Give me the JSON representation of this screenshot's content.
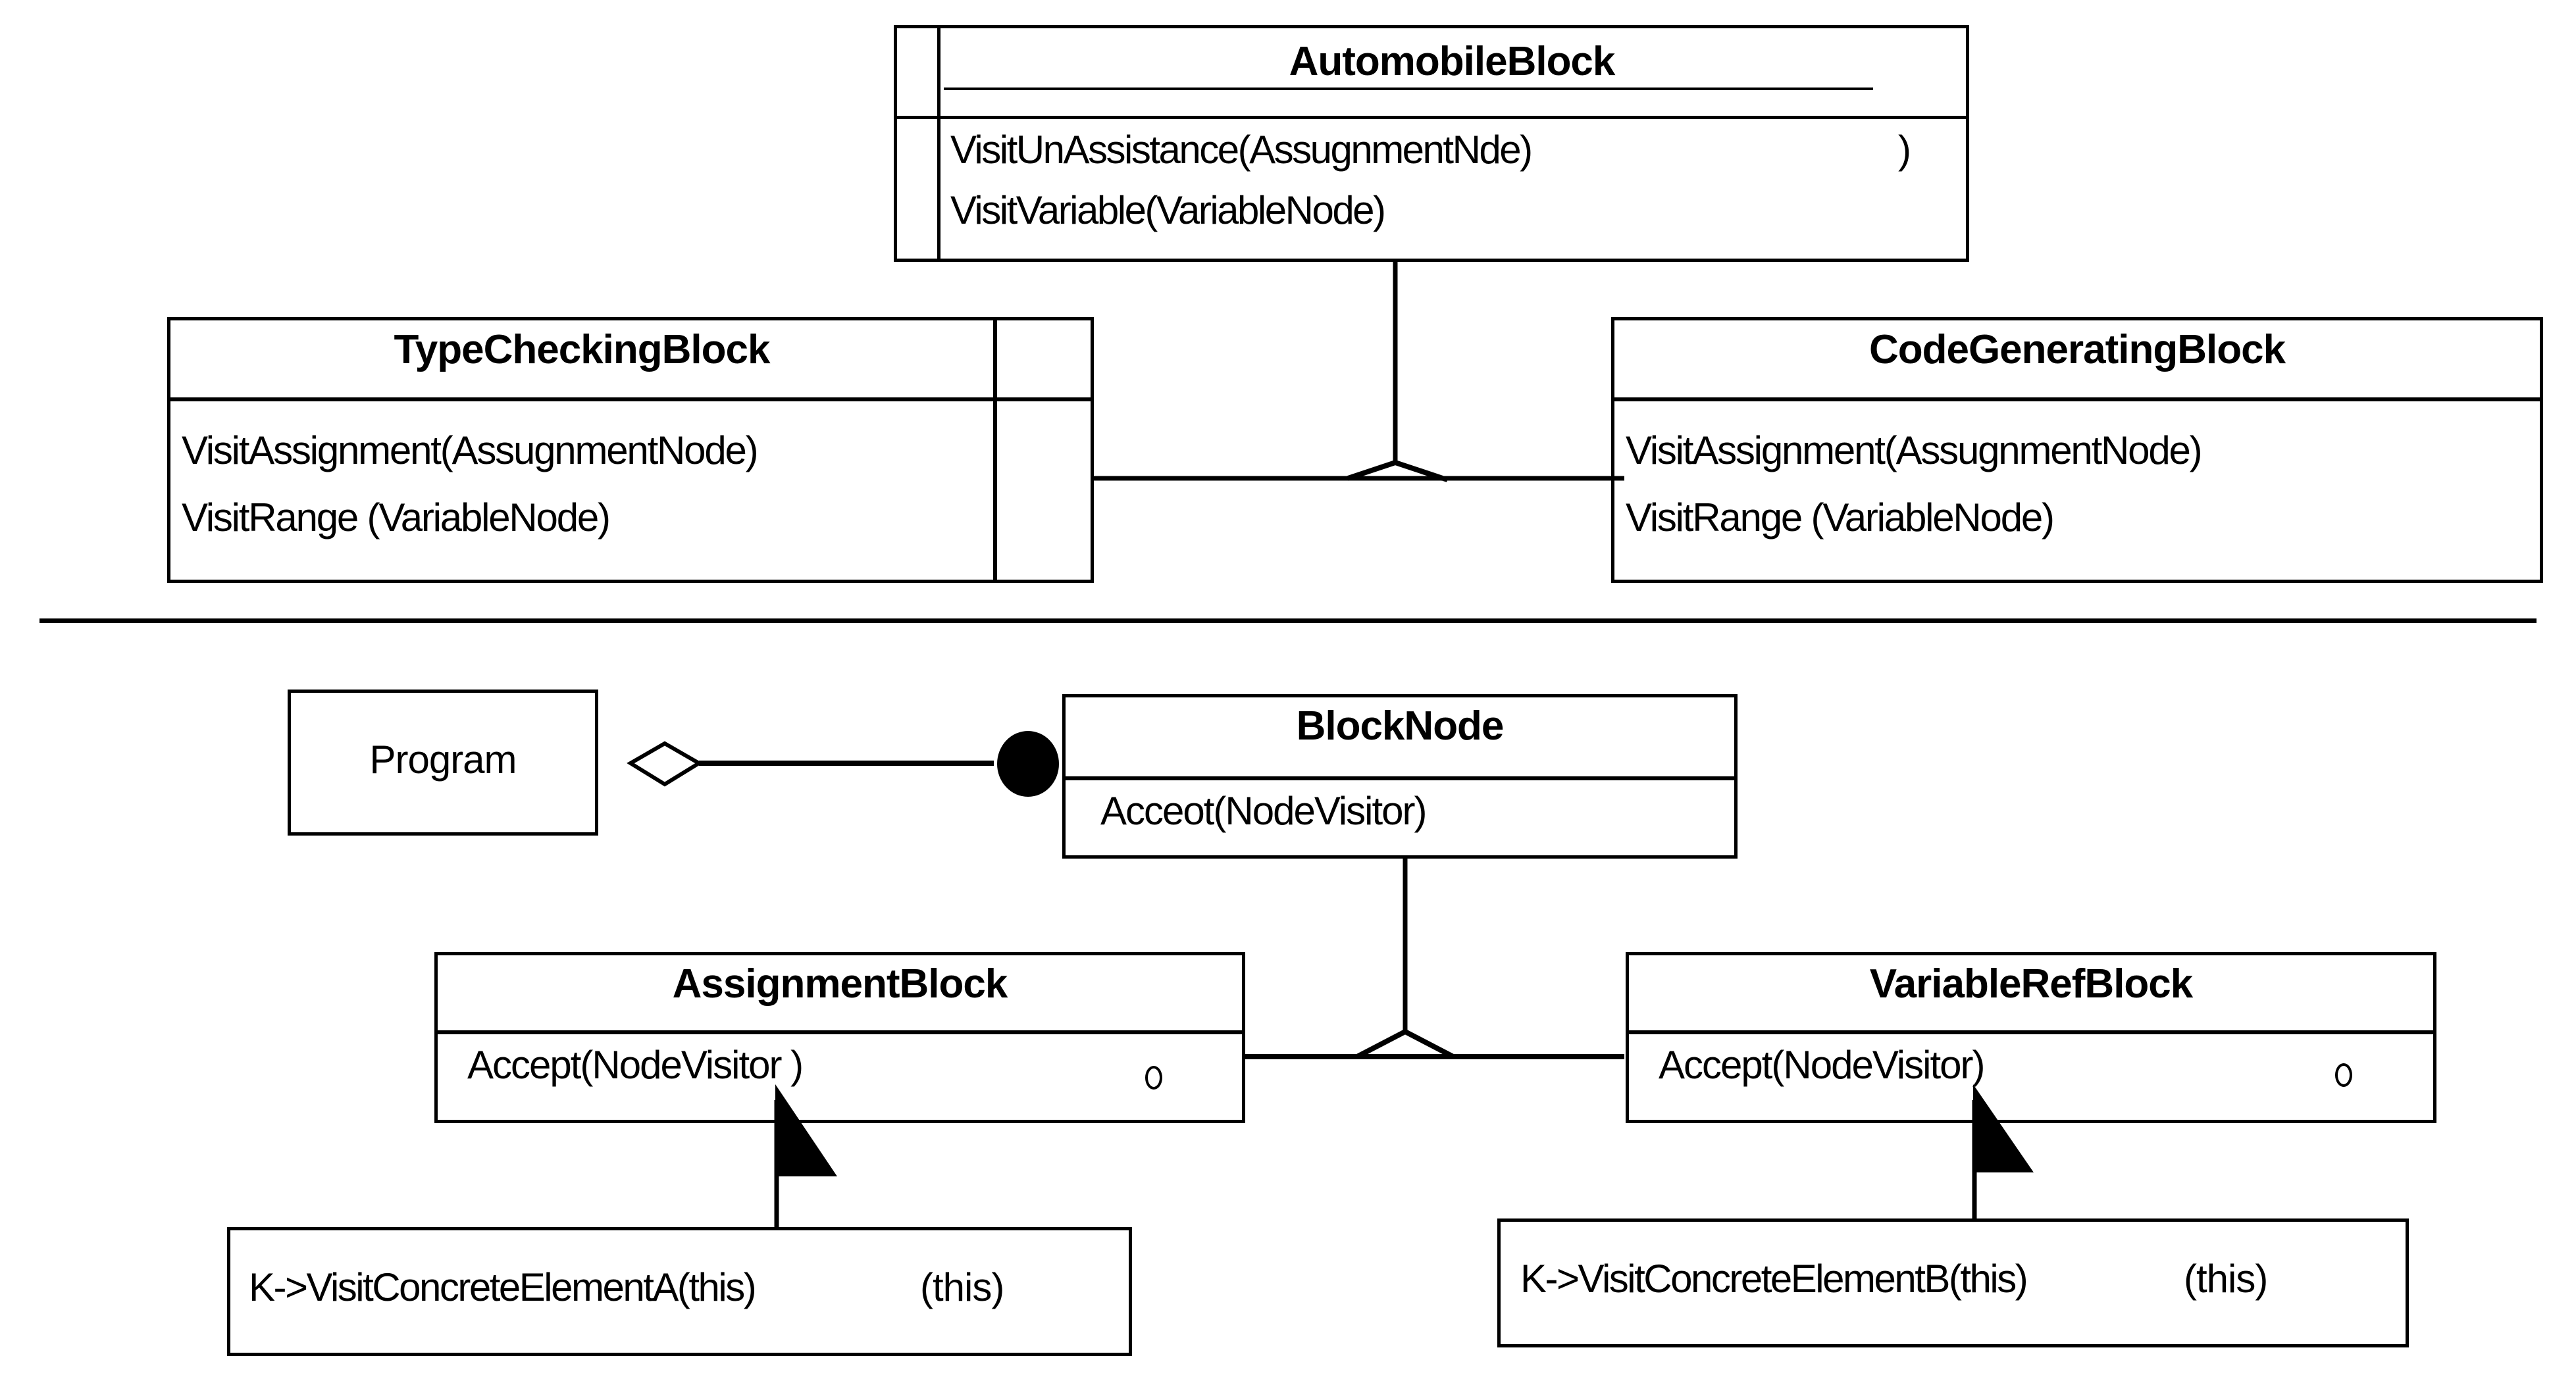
{
  "diagram": {
    "title": "Visitor pattern UML class diagram",
    "line_color": "#000000",
    "background_color": "#ffffff",
    "upper_section": {
      "automobile_block": {
        "name": "AutomobileBlock",
        "operations": [
          "VisitUnAssistance(AssugnmentNde)",
          "VisitVariable(VariableNode)"
        ],
        "op_overlay_right_paren": ")"
      },
      "type_checking_block": {
        "name": "TypeCheckingBlock",
        "operations": [
          "VisitAssignment(AssugnmentNode)",
          "VisitRange  (VariableNode)"
        ]
      },
      "code_generating_block": {
        "name": "CodeGeneratingBlock",
        "operations": [
          "VisitAssignment(AssugnmentNode)",
          "VisitRange  (VariableNode)"
        ]
      }
    },
    "lower_section": {
      "program": {
        "name": "Program"
      },
      "block_node": {
        "name": "BlockNode",
        "operations": [
          "Acceot(NodeVisitor)"
        ]
      },
      "assignment_block": {
        "name": "AssignmentBlock",
        "operations": [
          "Accept(NodeVisitor )"
        ]
      },
      "variable_ref_block": {
        "name": "VariableRefBlock",
        "operations": [
          "Accept(NodeVisitor)"
        ]
      },
      "note_left": {
        "text": "K->VisitConcreteElementA(this)",
        "overlap_suffix": "(this)"
      },
      "note_right": {
        "text": "K->VisitConcreteElementB(this)",
        "overlap_suffix": "(this)"
      }
    },
    "connectors": {
      "generalization_upper": "hollow-triangle",
      "generalization_lower": "hollow-triangle",
      "aggregation": "hollow-diamond",
      "composition_end": "filled-circle",
      "dependency_left": "filled-half-arrowhead",
      "dependency_right": "filled-half-arrowhead"
    }
  }
}
